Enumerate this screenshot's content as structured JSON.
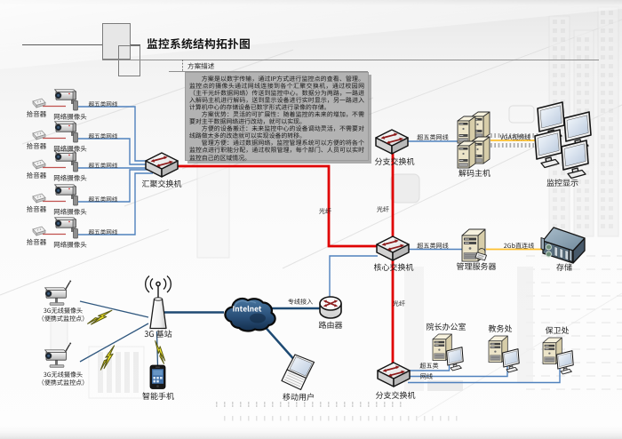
{
  "title": "监控系统结构拓扑图",
  "description_box": {
    "header": "方案描述",
    "paragraphs": [
      "方案是以数字传输，通过IP方式进行监控点的查看、管理。监控点的摄像头通过网线连接到各个汇聚交换机，通过校园网（主干光纤数据网络）传送到监控中心。数据分为两路，一路进入解码主机进行解码，送到显示设备进行实时显示，另一路进入计算机中心的存储设备已数字形式进行录像的存储。",
      "方案优势：灵活的可扩展性：随着监控的未来的增加，不需要对主干数据网络进行改动，就可以实现。",
      "方便的设备搬迁：未来监控中心的设备调动灵活，不需要对线路做太多的改造就可以实现设备的转移。",
      "管理方便：通过数据网络，监控管理系统可以方便的将各个监控点进行职能分配，通过权限管理，每个部门、人员可以实时监控自己的区域情况。"
    ]
  },
  "devices": {
    "aggregation_switch": "汇聚交换机",
    "branch_switch_top": "分支交换机",
    "core_switch": "核心交换机",
    "branch_switch_bottom": "分支交换机",
    "decoder_host": "解码主机",
    "monitor_wall": "监控显示",
    "management_server": "管理服务器",
    "storage": "存储",
    "router": "路由器",
    "base_station": "3G 基站",
    "smartphone": "智能手机",
    "mobile_user": "移动用户",
    "internet_cloud": "Intelnet",
    "office_dean": "院长办公室",
    "office_academic": "教务处",
    "office_security": "保卫处",
    "network_camera": "网络摄像头",
    "audio_pickup": "拾音器",
    "wireless_camera_line1": "3G无线摄像头",
    "wireless_camera_line2": "（便携式监控点）"
  },
  "cables": {
    "cat5e": "超五类网线",
    "fiber": "光纤",
    "vga": "VGA视频线",
    "direct_2gb": "2Gb直连线",
    "leased_line": "专线接入",
    "cat5e_l1": "超五类",
    "cat5e_l2": "网线"
  },
  "colors": {
    "fiber_red": "#e00000",
    "cat5e_blue": "#4f81bd",
    "internet_navy": "#1e4a73",
    "cable_yellow": "#ffc000",
    "box_gray": "#b3b3b3"
  }
}
